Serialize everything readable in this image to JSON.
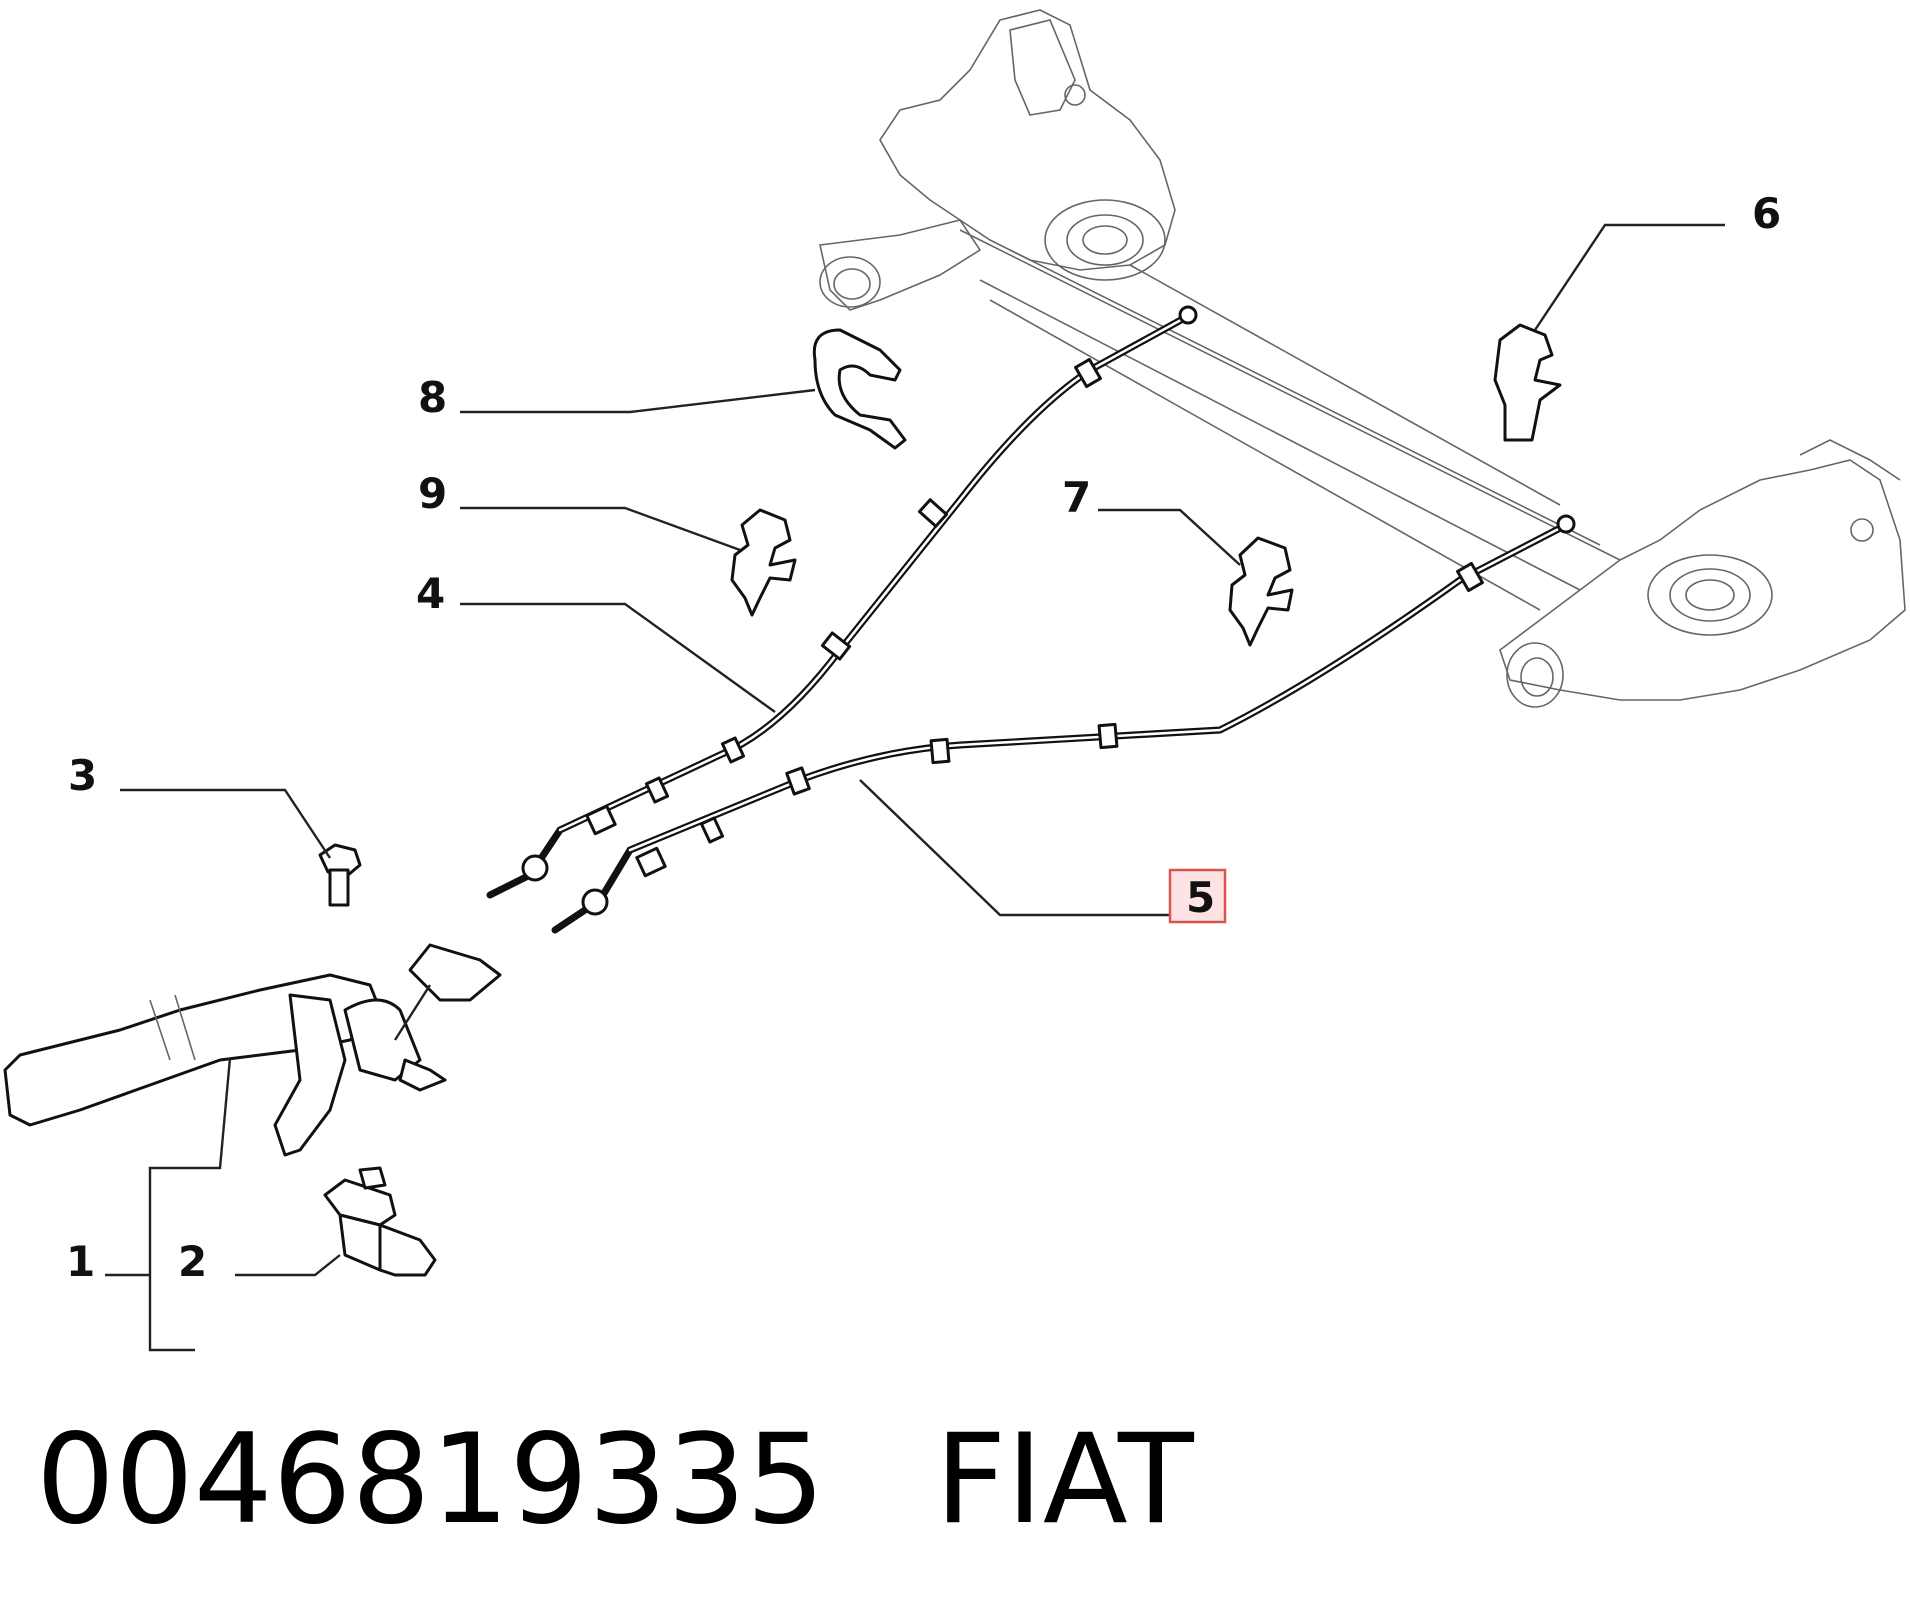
{
  "callouts": {
    "c1": "1",
    "c2": "2",
    "c3": "3",
    "c4": "4",
    "c5": "5",
    "c6": "6",
    "c7": "7",
    "c8": "8",
    "c9": "9"
  },
  "highlighted_callout": "5",
  "highlight_color": "#d9534f",
  "footer": {
    "part_number": "0046819335",
    "brand": "FIAT"
  }
}
